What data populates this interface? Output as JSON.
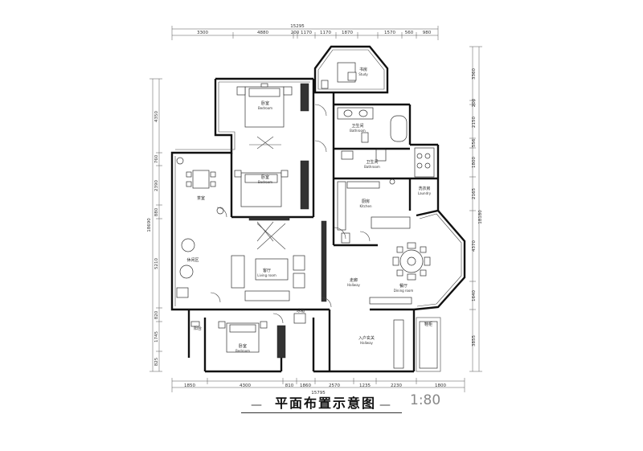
{
  "title": {
    "dash_left": "—",
    "main": "平面布置示意图",
    "dash_right": "—",
    "scale": "1:80"
  },
  "dimensions": {
    "top_total": "15295",
    "top_segments": [
      "3300",
      "4880",
      "200",
      "1170",
      "1870",
      "1170",
      "1570",
      "560",
      "980"
    ],
    "bottom_total": "15795",
    "bottom_segments": [
      "1850",
      "4300",
      "810",
      "1860",
      "2570",
      "1235",
      "2230",
      "1800"
    ],
    "left_segments": [
      "4350",
      "760",
      "2390",
      "880",
      "5210",
      "820",
      "1745",
      "825"
    ],
    "left_total": "18690",
    "right_segments": [
      "3360",
      "200",
      "2150",
      "556",
      "1800",
      "2165",
      "4370",
      "1640",
      "3855"
    ],
    "right_total": "18180"
  },
  "rooms": [
    {
      "cn": "书房",
      "en": "Study"
    },
    {
      "cn": "卧室",
      "en": "Bedroom"
    },
    {
      "cn": "卫生间",
      "en": "Bathroom"
    },
    {
      "cn": "卫生间",
      "en": "Bathroom"
    },
    {
      "cn": "洗衣房",
      "en": "Laundry"
    },
    {
      "cn": "卧室",
      "en": "Bedroom"
    },
    {
      "cn": "茶室",
      "en": ""
    },
    {
      "cn": "厨房",
      "en": "Kitchen"
    },
    {
      "cn": "客厅",
      "en": "Living room"
    },
    {
      "cn": "休闲区",
      "en": ""
    },
    {
      "cn": "走廊",
      "en": "Hallway"
    },
    {
      "cn": "餐厅",
      "en": "Dining room"
    },
    {
      "cn": "卧室",
      "en": "Bedroom"
    },
    {
      "cn": "入户玄关",
      "en": "Hallway"
    },
    {
      "cn": "阳台",
      "en": ""
    },
    {
      "cn": "冰箱",
      "en": ""
    },
    {
      "cn": "鞋柜",
      "en": ""
    }
  ]
}
